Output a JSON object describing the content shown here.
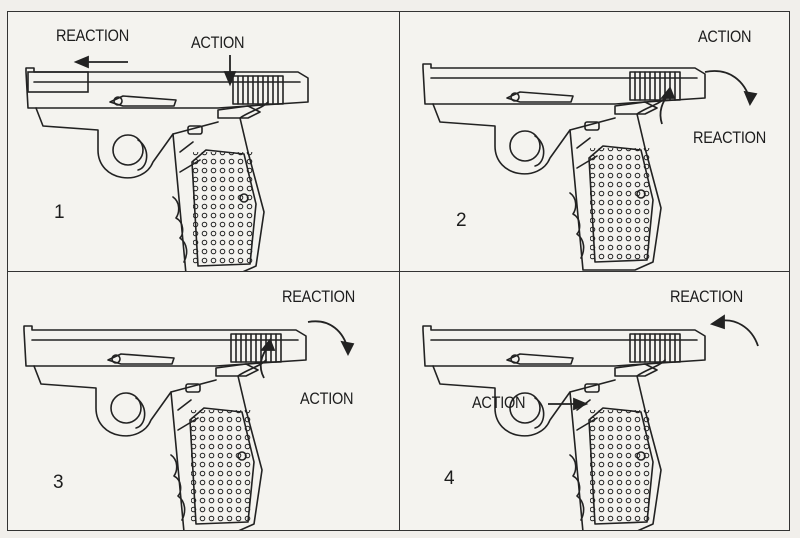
{
  "panels": [
    {
      "number": "1",
      "labels": {
        "reaction": "REACTION",
        "action": "ACTION"
      }
    },
    {
      "number": "2",
      "labels": {
        "action": "ACTION",
        "reaction": "REACTION"
      }
    },
    {
      "number": "3",
      "labels": {
        "reaction": "REACTION",
        "action": "ACTION"
      }
    },
    {
      "number": "4",
      "labels": {
        "reaction": "REACTION",
        "action": "ACTION"
      }
    }
  ],
  "colors": {
    "ink": "#1d1d1d",
    "paper": "#f4f3ef"
  }
}
